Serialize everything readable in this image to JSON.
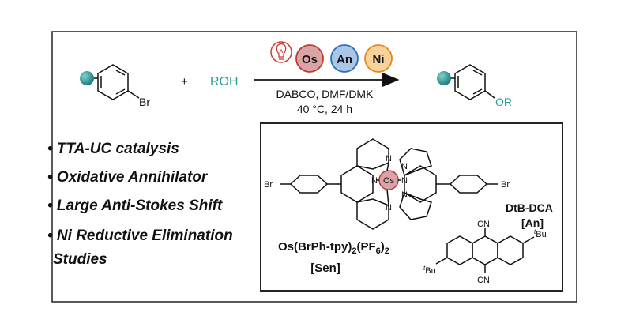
{
  "reaction": {
    "reagent": "ROH",
    "plus": "+",
    "aryl_substituent": "Br",
    "product_substituent": "OR",
    "conditions_line1": "DABCO, DMF/DMK",
    "conditions_line2": "40 °C, 24 h",
    "catalysts": [
      {
        "label": "Os",
        "fill": "#d9a3a8",
        "stroke": "#c0392b"
      },
      {
        "label": "An",
        "fill": "#a9c6e6",
        "stroke": "#2e6db4"
      },
      {
        "label": "Ni",
        "fill": "#f7d29a",
        "stroke": "#e08a1e"
      }
    ],
    "light_icon": "light-bulb-icon",
    "teal_sphere_color": "#2a9d9a"
  },
  "bullets": [
    "• TTA-UC catalysis",
    "• Oxidative Annihilator",
    "• Large Anti-Stokes Shift",
    "• Ni Reductive Elimination",
    "Studies"
  ],
  "sensitizer": {
    "metal": "Os",
    "ring_atom": "N",
    "halogen": "Br",
    "name": "Os(BrPh-tpy)",
    "sub_2": "2",
    "pf": "(PF",
    "sub_6": "6",
    "close": ")",
    "tag": "[Sen]"
  },
  "annihilator": {
    "name": "DtB-DCA",
    "tag": "[An]",
    "cn": "CN",
    "tbu_sup": "t",
    "tbu": "Bu"
  }
}
